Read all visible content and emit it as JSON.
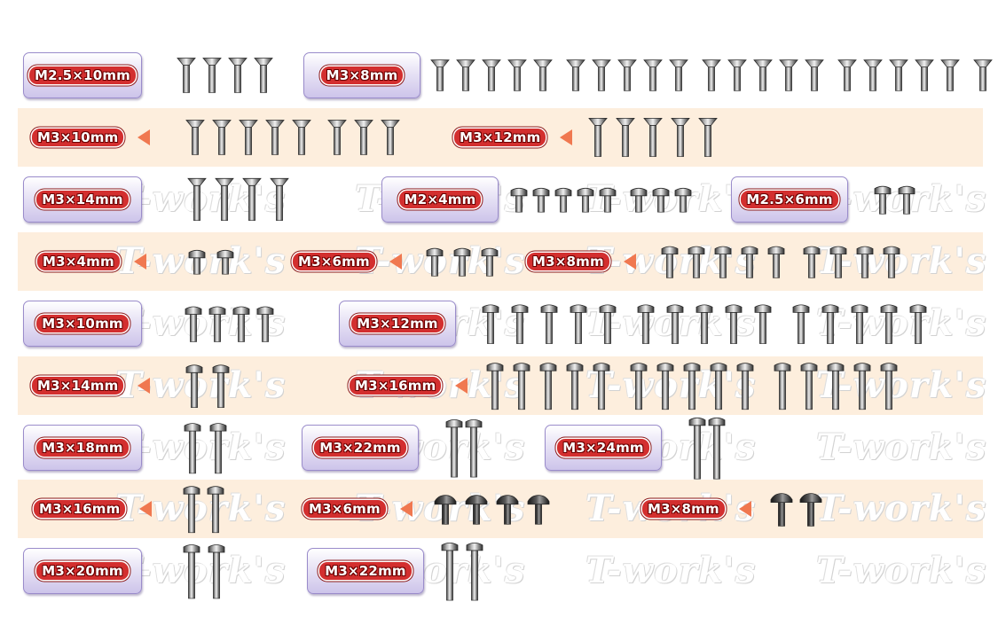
{
  "colors": {
    "band": "#fdeedd",
    "label_red": "#d32f2f",
    "tag_border": "#9a8ccb",
    "arrow": "#f07850",
    "metal": "#6e6e6e"
  },
  "watermark": "T-work's",
  "rows": [
    {
      "style": "boxed",
      "groups": [
        {
          "label": "M2.5×10mm",
          "head": "flat",
          "length": 10,
          "count": 4
        },
        {
          "label": "M3×8mm",
          "head": "flat",
          "length": 8,
          "count": 22
        }
      ]
    },
    {
      "style": "arrow",
      "groups": [
        {
          "label": "M3×10mm",
          "head": "flat",
          "length": 10,
          "count": 8
        },
        {
          "label": "M3×12mm",
          "head": "flat",
          "length": 12,
          "count": 5
        }
      ]
    },
    {
      "style": "boxed",
      "groups": [
        {
          "label": "M3×14mm",
          "head": "flat",
          "length": 14,
          "count": 4
        },
        {
          "label": "M2×4mm",
          "head": "button",
          "length": 4,
          "count": 8
        },
        {
          "label": "M2.5×6mm",
          "head": "button",
          "length": 6,
          "count": 2
        }
      ]
    },
    {
      "style": "arrow",
      "groups": [
        {
          "label": "M3×4mm",
          "head": "button",
          "length": 4,
          "count": 2
        },
        {
          "label": "M3×6mm",
          "head": "button",
          "length": 6,
          "count": 3
        },
        {
          "label": "M3×8mm",
          "head": "button",
          "length": 8,
          "count": 9
        }
      ]
    },
    {
      "style": "boxed",
      "groups": [
        {
          "label": "M3×10mm",
          "head": "button",
          "length": 10,
          "count": 4
        },
        {
          "label": "M3×12mm",
          "head": "button",
          "length": 12,
          "count": 15
        }
      ]
    },
    {
      "style": "arrow",
      "groups": [
        {
          "label": "M3×14mm",
          "head": "button",
          "length": 14,
          "count": 2
        },
        {
          "label": "M3×16mm",
          "head": "button",
          "length": 16,
          "count": 15
        }
      ]
    },
    {
      "style": "boxed",
      "groups": [
        {
          "label": "M3×18mm",
          "head": "button",
          "length": 18,
          "count": 2
        },
        {
          "label": "M3×22mm",
          "head": "button",
          "length": 22,
          "count": 2
        },
        {
          "label": "M3×24mm",
          "head": "button",
          "length": 24,
          "count": 2
        }
      ]
    },
    {
      "style": "arrow",
      "groups": [
        {
          "label": "M3×16mm",
          "head": "button",
          "length": 16,
          "count": 2
        },
        {
          "label": "M3×6mm",
          "head": "flange",
          "length": 6,
          "count": 4
        },
        {
          "label": "M3×8mm",
          "head": "flange",
          "length": 8,
          "count": 2
        }
      ]
    },
    {
      "style": "boxed",
      "groups": [
        {
          "label": "M3×20mm",
          "head": "button",
          "length": 20,
          "count": 2
        },
        {
          "label": "M3×22mm",
          "head": "button",
          "length": 22,
          "count": 2
        }
      ]
    }
  ]
}
